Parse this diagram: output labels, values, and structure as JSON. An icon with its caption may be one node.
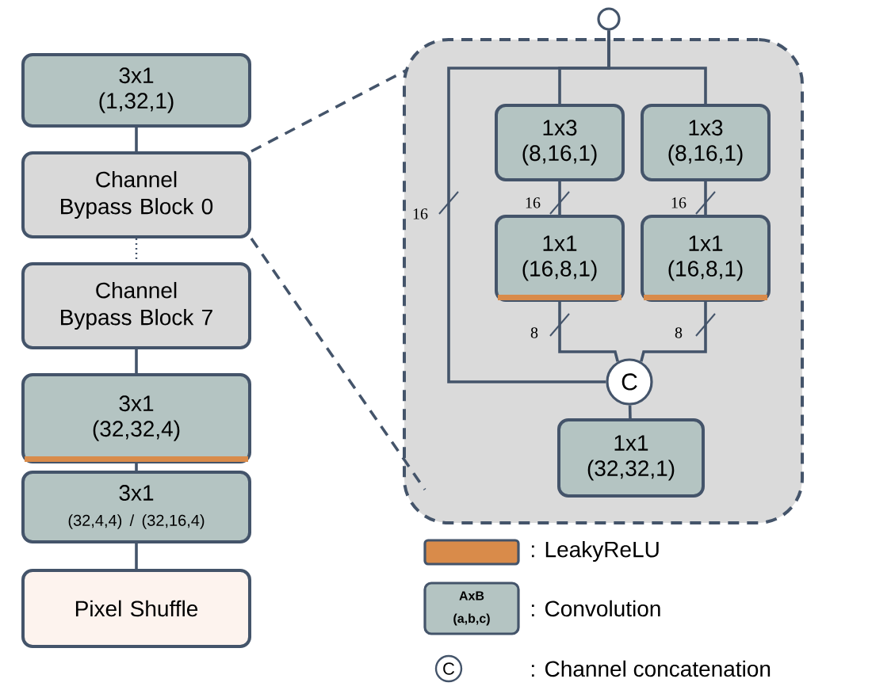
{
  "diagram": {
    "nodes": [
      {
        "text": [
          "3x1",
          "(1,32,1)"
        ]
      },
      {
        "text": [
          "Channel Bypass Block 0"
        ]
      },
      {
        "text": [
          "Channel Bypass Block 7"
        ]
      },
      {
        "text": [
          "3x1",
          "(32,32,4)"
        ]
      },
      {
        "text": [
          "3x1",
          "(32,4,4) / (32,16,4)"
        ]
      },
      {
        "text": [
          "Pixel Shuffle"
        ]
      },
      {
        "text": [],
        "shape": "box"
      },
      {
        "text": [],
        "shape": "circle"
      },
      {
        "text": [
          "1x3",
          "(8,16,1)"
        ],
        "in": 6
      },
      {
        "text": [
          "1x3",
          "(8,16,1)"
        ],
        "in": 6
      },
      {
        "text": [
          "1x1",
          "(16,8,1)"
        ],
        "in": 6
      },
      {
        "text": [
          "1x1",
          "(16,8,1)"
        ],
        "in": 6
      },
      {
        "text": [
          "C"
        ],
        "in": 6
      },
      {
        "text": [
          "1x1",
          "(32,32,1)"
        ],
        "in": 6
      }
    ],
    "edges": [
      {
        "from": 0,
        "to": 1,
        "arrow": "none"
      },
      {
        "from": 1,
        "to": 2,
        "arrow": "none",
        "style": "dashed"
      },
      {
        "from": 2,
        "to": 3,
        "arrow": "none"
      },
      {
        "from": 3,
        "to": 4,
        "arrow": "none"
      },
      {
        "from": 4,
        "to": 5,
        "arrow": "none"
      },
      {
        "from": 1,
        "to": 6,
        "arrow": "none",
        "style": "dashed"
      },
      {
        "from": 1,
        "to": 6,
        "arrow": "none",
        "style": "dashed"
      },
      {
        "from": 7,
        "to": 8,
        "arrow": "none"
      },
      {
        "from": 7,
        "to": 9,
        "arrow": "none"
      },
      {
        "from": 7,
        "to": 12,
        "arrow": "none",
        "label": "16"
      },
      {
        "from": 8,
        "to": 10,
        "arrow": "none",
        "label": "16"
      },
      {
        "from": 9,
        "to": 11,
        "arrow": "none",
        "label": "16"
      },
      {
        "from": 10,
        "to": 12,
        "arrow": "none",
        "label": "8"
      },
      {
        "from": 11,
        "to": 12,
        "arrow": "none",
        "label": "8"
      },
      {
        "from": 12,
        "to": 13,
        "arrow": "none"
      }
    ],
    "labels": [
      "AxB",
      "(a,b,c)",
      "C"
    ],
    "legend": [
      {
        "text": ": LeakyReLU",
        "color": "#d98b4a"
      },
      {
        "text": ": Convolution"
      },
      {
        "text": ": Channel concatenation"
      }
    ]
  }
}
